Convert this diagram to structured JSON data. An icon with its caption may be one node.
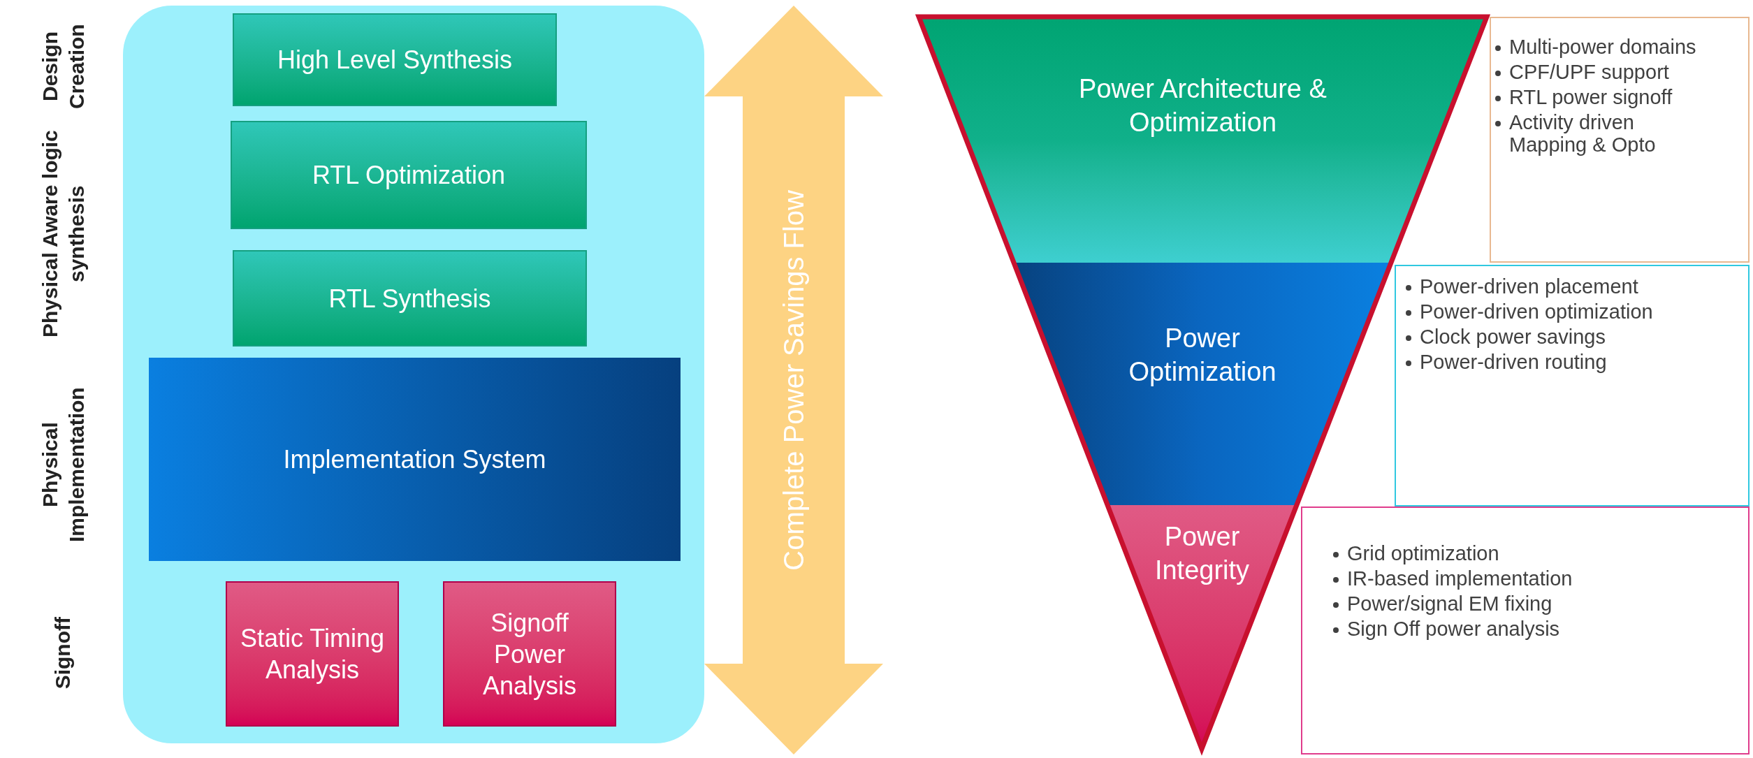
{
  "diagram": {
    "nodes": [
      {
        "text": [
          "High Level Synthesis"
        ]
      },
      {
        "text": [
          "RTL Optimization"
        ]
      },
      {
        "text": [
          "RTL Synthesis"
        ]
      },
      {
        "text": [
          "Implementation System"
        ]
      },
      {
        "text": [
          "Static Timing Analysis"
        ]
      },
      {
        "text": [
          "Signoff Power Analysis"
        ]
      },
      {
        "text": [
          "Power Architecture & Optimization"
        ]
      },
      {
        "text": [
          "Multi-power domains",
          "CPF/UPF support",
          "RTL power signoff",
          "Activity driven Mapping & Opto"
        ]
      },
      {
        "text": [
          "Power Optimization"
        ]
      },
      {
        "text": [
          "Power-driven placement",
          "Power-driven optimization",
          "Clock power savings",
          "Power-driven routing"
        ]
      },
      {
        "text": [
          "Power Integrity"
        ]
      },
      {
        "text": [
          "Grid optimization",
          "IR-based implementation",
          "Power/signal EM fixing",
          "Sign Off power analysis"
        ]
      }
    ],
    "labels": [
      "Design Creation",
      "Physical Aware logic synthesis",
      "Physical Implementation",
      "Signoff",
      "Complete Power Savings Flow"
    ]
  }
}
